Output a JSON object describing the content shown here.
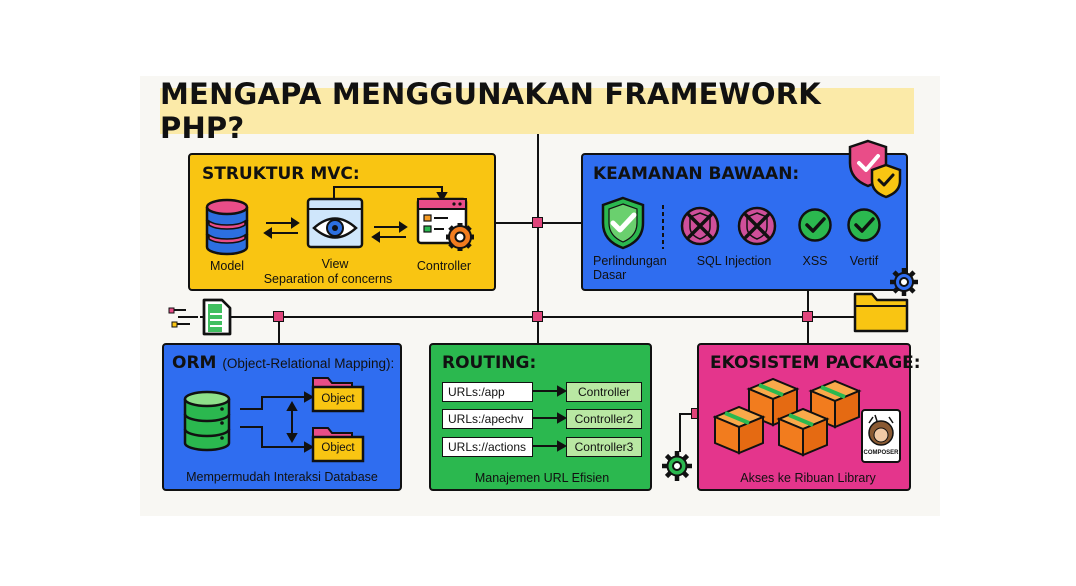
{
  "title": "MENGAPA MENGGUNAKAN FRAMEWORK PHP?",
  "mvc": {
    "title": "STRUKTUR MVC:",
    "model": "Model",
    "view": "View",
    "controller": "Controller",
    "caption": "Separation of concerns"
  },
  "security": {
    "title": "KEAMANAN BAWAAN:",
    "items": [
      "Perlindungan\nDasar",
      "SQL Injection",
      "XSS",
      "Vertif"
    ]
  },
  "orm": {
    "title": "ORM",
    "subtitle": "(Object-Relational Mapping):",
    "object1": "Object",
    "object2": "Object",
    "caption": "Mempermudah Interaksi Database"
  },
  "routing": {
    "title": "ROUTING:",
    "routes": [
      {
        "url": "URLs:/app",
        "controller": "Controller"
      },
      {
        "url": "URLs:/apechv",
        "controller": "Controller2"
      },
      {
        "url": "URLs://actions",
        "controller": "Controller3"
      }
    ],
    "caption": "Manajemen URL Efisien"
  },
  "ecosystem": {
    "title": "EKOSISTEM PACKAGE:",
    "logo_text": "COMPOSER",
    "caption": "Akses ke Ribuan Library"
  },
  "colors": {
    "mvc": "#f9c512",
    "security": "#2f6df0",
    "orm": "#2f6df0",
    "routing": "#2bb84f",
    "ecosystem": "#e4358c",
    "joint": "#e0457b",
    "banner": "#fbeaa8"
  },
  "icons": [
    "database-icon",
    "eye-icon",
    "controller-window-icon",
    "gear-icon",
    "shield-check-icon",
    "shield-cross-icon",
    "check-circle-icon",
    "folder-icon",
    "document-icon",
    "package-box-icon",
    "composer-logo"
  ]
}
